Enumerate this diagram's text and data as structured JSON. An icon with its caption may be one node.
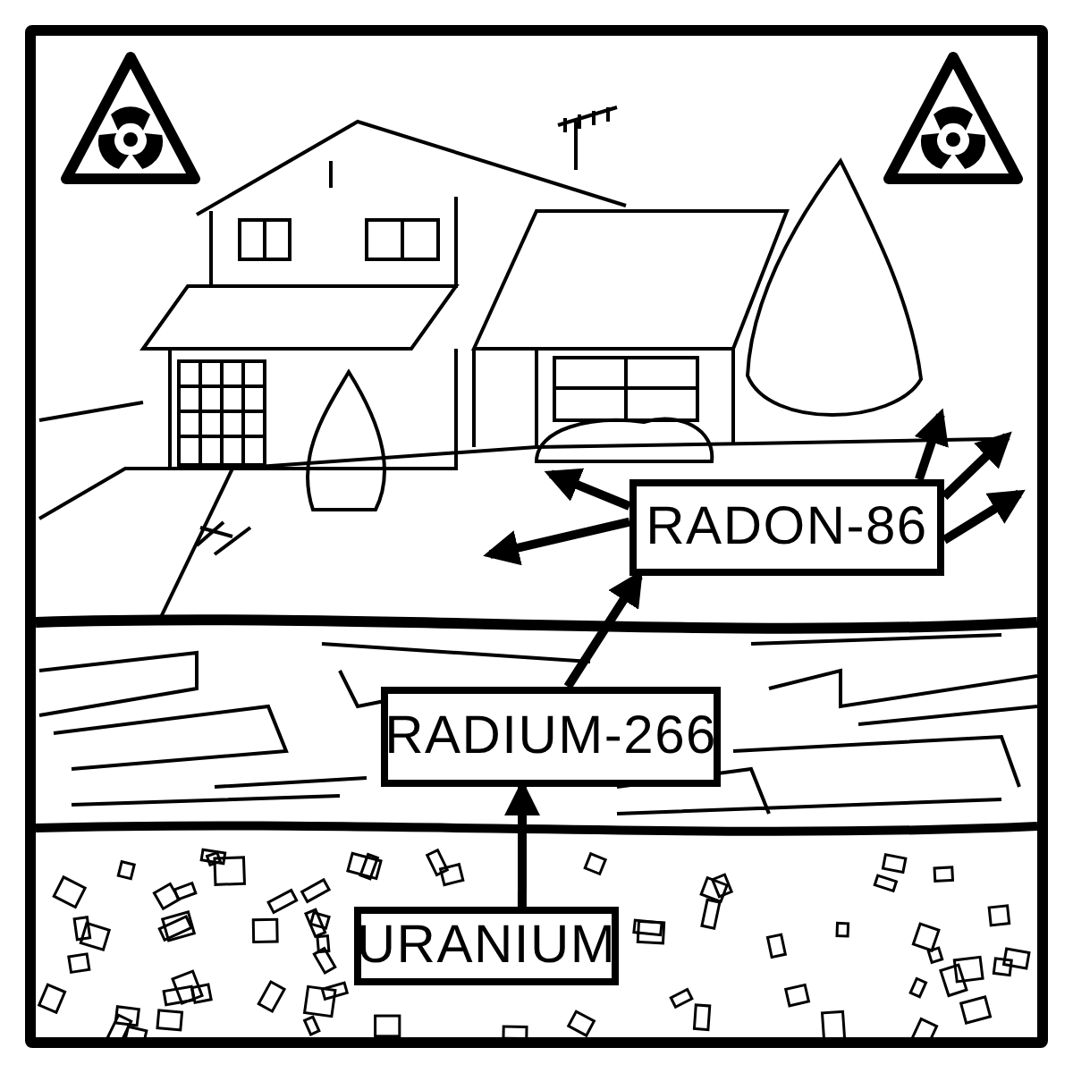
{
  "diagram": {
    "nodes": [
      {
        "text": [
          "URANIUM"
        ]
      },
      {
        "text": [
          "RADIUM-266"
        ]
      },
      {
        "text": [
          "RADON-86"
        ]
      }
    ],
    "edges": [
      {
        "from": 0,
        "to": 1,
        "arrow": "to"
      },
      {
        "from": 1,
        "to": 2,
        "arrow": "to"
      },
      {
        "from": 2,
        "to": null,
        "arrow": "to"
      },
      {
        "from": 2,
        "to": null,
        "arrow": "to"
      },
      {
        "from": 2,
        "to": null,
        "arrow": "to"
      },
      {
        "from": 2,
        "to": null,
        "arrow": "to"
      },
      {
        "from": 2,
        "to": null,
        "arrow": "to"
      }
    ]
  }
}
